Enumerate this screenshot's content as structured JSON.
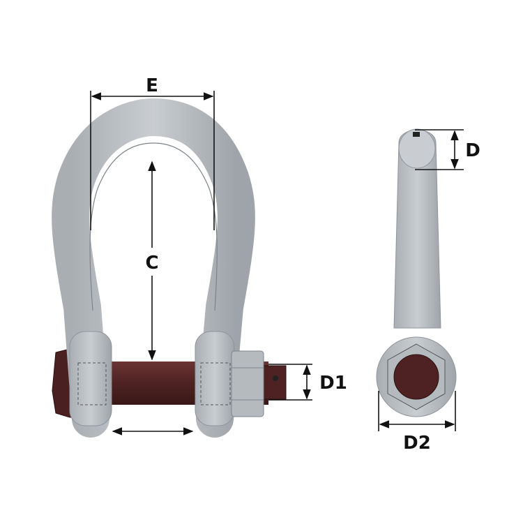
{
  "diagram": {
    "labels": {
      "E": "E",
      "C": "C",
      "D": "D",
      "D1": "D1",
      "D2": "D2"
    },
    "colors": {
      "body": "#bcc1c6",
      "body_dark": "#8e959b",
      "pin": "#5a2a2a",
      "nut": "#b5babf"
    }
  }
}
